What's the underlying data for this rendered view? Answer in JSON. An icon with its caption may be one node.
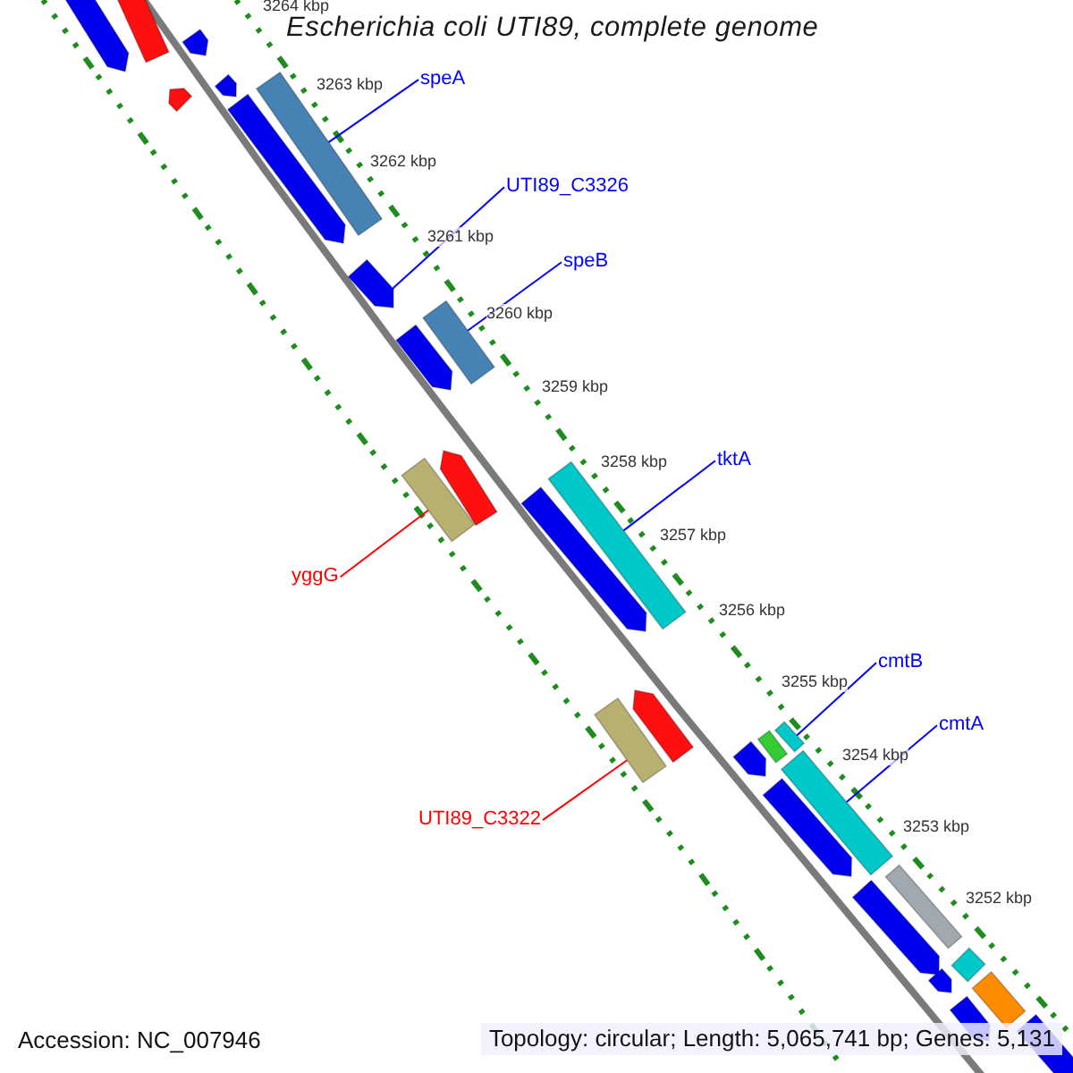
{
  "diagram": {
    "title": "Escherichia coli UTI89, complete genome",
    "nodes": [
      {
        "text": [
          "speA"
        ]
      },
      {
        "text": [
          "UTI89_C3326"
        ]
      },
      {
        "text": [
          "speB"
        ]
      },
      {
        "text": [
          "tktA"
        ]
      },
      {
        "text": [
          "yggG"
        ]
      },
      {
        "text": [
          "cmtB"
        ]
      },
      {
        "text": [
          "cmtA"
        ]
      },
      {
        "text": [
          "UTI89_C3322"
        ]
      },
      {
        "text": [],
        "shape": "bar"
      },
      {
        "text": [],
        "shape": "bar"
      },
      {
        "text": [],
        "shape": "bar"
      },
      {
        "text": [],
        "shape": "bar"
      },
      {
        "text": [],
        "shape": "bar"
      },
      {
        "text": [],
        "shape": "bar"
      },
      {
        "text": [],
        "shape": "bar"
      },
      {
        "text": [],
        "shape": "bar"
      },
      {
        "text": [],
        "shape": "bar"
      },
      {
        "text": [],
        "shape": "bar"
      },
      {
        "text": [],
        "shape": "bar"
      },
      {
        "text": [],
        "shape": "bar"
      },
      {
        "text": [],
        "shape": "bar"
      },
      {
        "text": [],
        "shape": "bar"
      },
      {
        "text": [],
        "shape": "bar"
      },
      {
        "text": [],
        "shape": "bar"
      },
      {
        "text": [],
        "shape": "bar"
      },
      {
        "text": [],
        "shape": "bar"
      },
      {
        "text": [],
        "shape": "bar"
      },
      {
        "text": [],
        "shape": "bar"
      },
      {
        "text": [],
        "shape": "bar"
      },
      {
        "text": [],
        "shape": "bar"
      },
      {
        "text": [],
        "shape": "bar"
      },
      {
        "text": [],
        "shape": "bar"
      },
      {
        "text": [],
        "shape": "bar"
      },
      {
        "text": [],
        "shape": "bar"
      },
      {
        "text": [],
        "shape": "bar"
      },
      {
        "text": [],
        "shape": "bar"
      }
    ],
    "edges": [
      {
        "from": 0,
        "to": 12,
        "arrow": "none"
      },
      {
        "from": 1,
        "to": 15,
        "arrow": "none"
      },
      {
        "from": 2,
        "to": 16,
        "arrow": "none"
      },
      {
        "from": 3,
        "to": 20,
        "arrow": "none"
      },
      {
        "from": 4,
        "to": 19,
        "arrow": "none",
        "color": "#ff0000"
      },
      {
        "from": 5,
        "to": 24,
        "arrow": "none"
      },
      {
        "from": 6,
        "to": 27,
        "arrow": "none"
      },
      {
        "from": 7,
        "to": 23,
        "arrow": "none",
        "color": "#ff0000"
      }
    ],
    "labels": [
      "3264 kbp",
      "3263 kbp",
      "3262 kbp",
      "3261 kbp",
      "3260 kbp",
      "3259 kbp",
      "3258 kbp",
      "3257 kbp",
      "3256 kbp",
      "3255 kbp",
      "3254 kbp",
      "3253 kbp",
      "3252 kbp",
      "Accession: NC_007946",
      "Topology: circular; Length: 5,065,741 bp; Genes: 5,131"
    ]
  }
}
